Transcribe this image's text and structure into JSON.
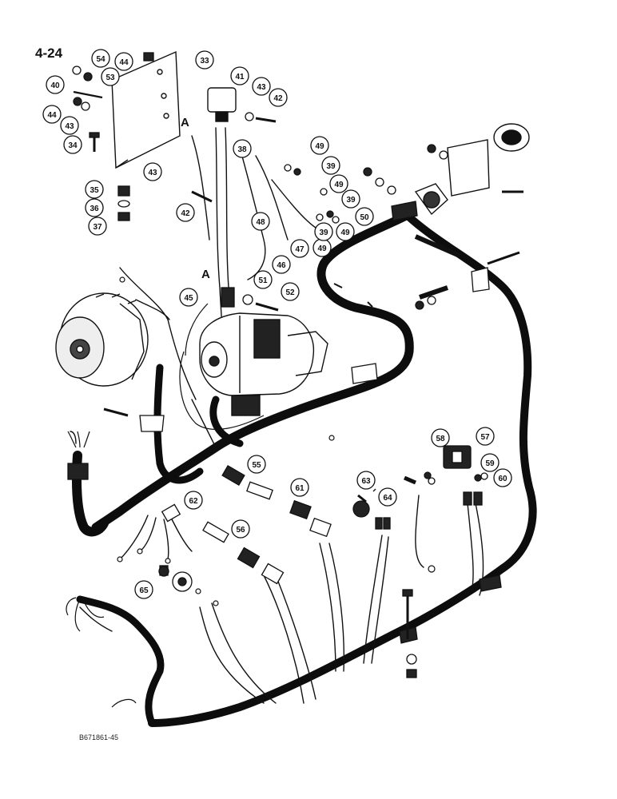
{
  "page_number": "4-24",
  "figure_code": "B671861-45",
  "callout_labels": [
    "54",
    "44",
    "33",
    "53",
    "40",
    "41",
    "43",
    "42",
    "44",
    "43",
    "34",
    "43",
    "38",
    "49",
    "39",
    "35",
    "36",
    "37",
    "42",
    "49",
    "39",
    "48",
    "50",
    "49",
    "47",
    "46",
    "49",
    "39",
    "45",
    "A",
    "51",
    "52",
    "58",
    "57",
    "59",
    "60",
    "55",
    "61",
    "63",
    "62",
    "64",
    "56",
    "65"
  ],
  "reference_letters": [
    "A",
    "A"
  ],
  "colors": {
    "ink": "#111111",
    "harness": "#0d0d0d",
    "paper": "#ffffff"
  }
}
